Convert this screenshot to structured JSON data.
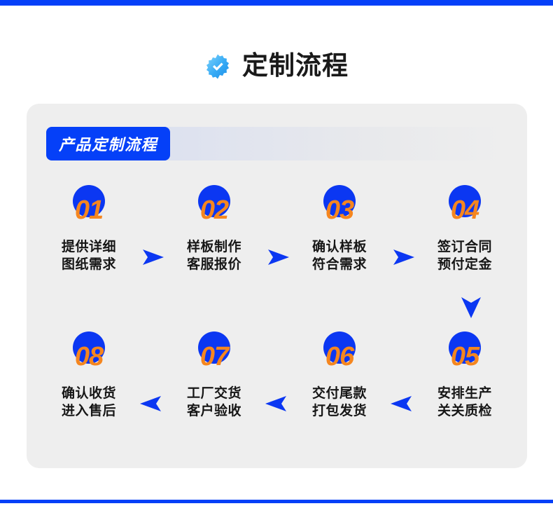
{
  "page": {
    "top_bar_color": "#0540f8",
    "bottom_bar_color": "#0540f8",
    "card_background": "#eeeeee",
    "accent_blue": "#0b37f2",
    "accent_orange": "#f5861f"
  },
  "header": {
    "badge_icon": "verified-badge-icon",
    "title": "定制流程"
  },
  "card": {
    "label": "产品定制流程"
  },
  "flow": {
    "top_row": [
      {
        "number": "01",
        "line1": "提供详细",
        "line2": "图纸需求"
      },
      {
        "number": "02",
        "line1": "样板制作",
        "line2": "客服报价"
      },
      {
        "number": "03",
        "line1": "确认样板",
        "line2": "符合需求"
      },
      {
        "number": "04",
        "line1": "签订合同",
        "line2": "预付定金"
      }
    ],
    "bottom_row": [
      {
        "number": "08",
        "line1": "确认收货",
        "line2": "进入售后"
      },
      {
        "number": "07",
        "line1": "工厂交货",
        "line2": "客户验收"
      },
      {
        "number": "06",
        "line1": "交付尾款",
        "line2": "打包发货"
      },
      {
        "number": "05",
        "line1": "安排生产",
        "line2": "关关质检"
      }
    ],
    "arrow_right_icon": "arrow-right-icon",
    "arrow_left_icon": "arrow-left-icon",
    "arrow_down_icon": "arrow-down-icon"
  }
}
